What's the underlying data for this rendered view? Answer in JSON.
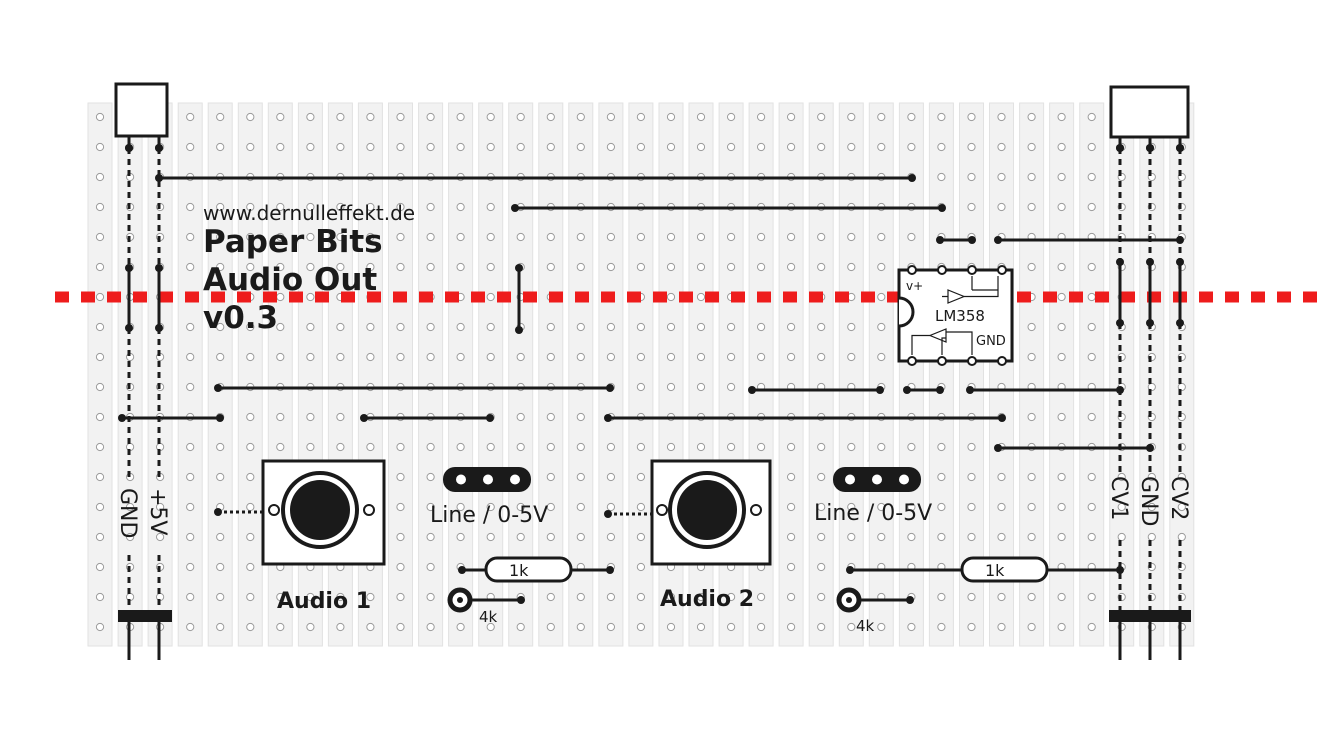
{
  "colors": {
    "strip": "#f2f2f2",
    "strip_edge": "#e2e2e2",
    "hole": "#9a9a9a",
    "wire": "#1a1a1a",
    "cut_line": "#ee1c1c"
  },
  "texts": {
    "website": "www.dernulleffekt.de",
    "title_line1": "Paper Bits",
    "title_line2": "Audio Out",
    "title_line3": "v0.3",
    "chip_name": "LM358",
    "chip_vplus": "v+",
    "chip_gnd": "GND",
    "left_gnd": "GND",
    "left_5v": "+5V",
    "right_cv1": "CV1",
    "right_gnd": "GND",
    "right_cv2": "CV2",
    "switch1_label": "Line / 0-5V",
    "switch2_label": "Line / 0-5V",
    "resistor1": "1k",
    "resistor2": "1k",
    "pot1": "4k",
    "pot2": "4k",
    "jack1_label": "Audio 1",
    "jack2_label": "Audio 2"
  }
}
